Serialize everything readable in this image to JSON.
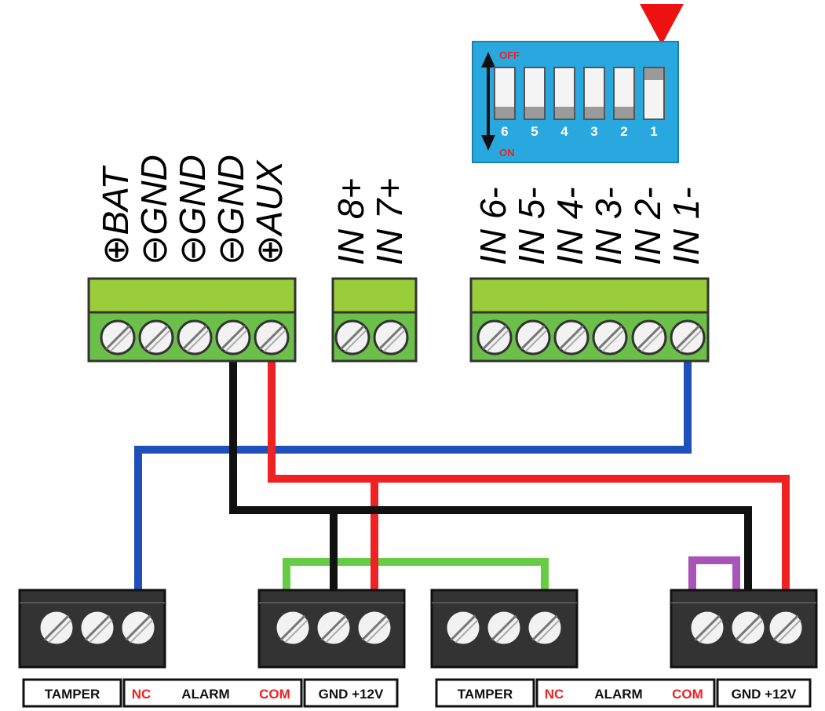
{
  "colors": {
    "terminal_green_top": "#9acd3a",
    "terminal_green_bottom": "#6cc04a",
    "terminal_dark": "#333333",
    "dip_body": "#29a8e0",
    "wire_red": "#ee2222",
    "wire_black": "#111111",
    "wire_blue": "#1f4fb8",
    "wire_green": "#66cc44",
    "wire_purple": "#a855b8",
    "arrow_red": "#ee1111"
  },
  "power_terminal": {
    "labels": [
      {
        "symbol": "⊕",
        "text": "BAT"
      },
      {
        "symbol": "⊖",
        "text": "GND"
      },
      {
        "symbol": "⊖",
        "text": "GND"
      },
      {
        "symbol": "⊖",
        "text": "GND"
      },
      {
        "symbol": "⊕",
        "text": "AUX"
      }
    ]
  },
  "input_terminal_small": {
    "labels": [
      "IN 8+",
      "IN 7+"
    ]
  },
  "input_terminal_large": {
    "labels": [
      "IN 6-",
      "IN 5-",
      "IN 4-",
      "IN 3-",
      "IN 2-",
      "IN 1-"
    ]
  },
  "dip_switch": {
    "off_label": "OFF",
    "on_label": "ON",
    "numbers": [
      "6",
      "5",
      "4",
      "3",
      "2",
      "1"
    ],
    "states": [
      "on",
      "on",
      "on",
      "on",
      "on",
      "off"
    ]
  },
  "sensor_left": {
    "tamper": "TAMPER",
    "nc": "NC",
    "alarm": "ALARM",
    "com": "COM",
    "power": "GND +12V"
  },
  "sensor_right": {
    "tamper": "TAMPER",
    "nc": "NC",
    "alarm": "ALARM",
    "com": "COM",
    "power": "GND +12V"
  }
}
